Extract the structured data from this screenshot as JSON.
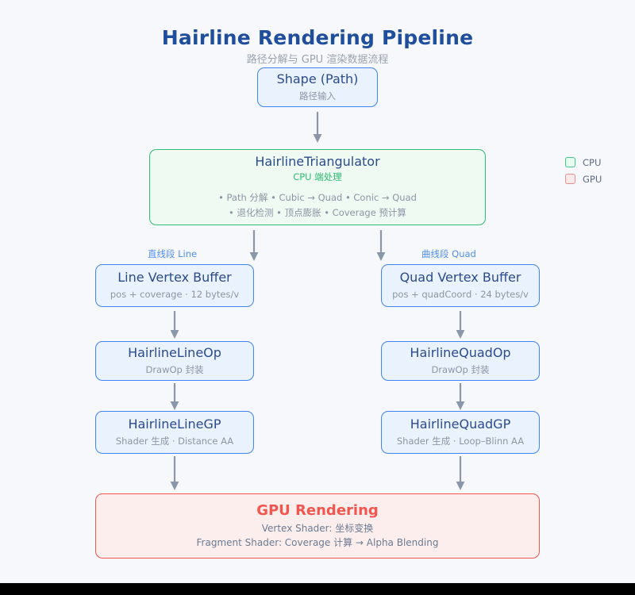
{
  "header": {
    "title": "Hairline Rendering Pipeline",
    "subtitle": "路径分解与 GPU 渲染数据流程"
  },
  "legend": {
    "items": [
      {
        "label": "CPU",
        "kind": "cpu",
        "color": "#43c98a",
        "fill": "#e8fbf0"
      },
      {
        "label": "GPU",
        "kind": "gpu",
        "color": "#f08a8a",
        "fill": "#fdeaea"
      }
    ]
  },
  "nodes": {
    "shape": {
      "title": "Shape (Path)",
      "sub": "路径输入"
    },
    "triangulator": {
      "title": "HairlineTriangulator",
      "sub": "CPU 端处理",
      "bullets_line1": "• Path 分解  • Cubic → Quad  • Conic → Quad",
      "bullets_line2": "• 退化检测  • 顶点膨胀  • Coverage 预计算"
    },
    "line_vertex_buffer": {
      "title": "Line Vertex Buffer",
      "sub": "pos + coverage · 12 bytes/v"
    },
    "quad_vertex_buffer": {
      "title": "Quad Vertex Buffer",
      "sub": "pos + quadCoord · 24 bytes/v"
    },
    "line_op": {
      "title": "HairlineLineOp",
      "sub": "DrawOp 封装"
    },
    "quad_op": {
      "title": "HairlineQuadOp",
      "sub": "DrawOp 封装"
    },
    "line_gp": {
      "title": "HairlineLineGP",
      "sub": "Shader 生成 · Distance AA"
    },
    "quad_gp": {
      "title": "HairlineQuadGP",
      "sub": "Shader 生成 · Loop–Blinn AA"
    },
    "gpu_rendering": {
      "title": "GPU Rendering",
      "sub1": "Vertex Shader: 坐标变换",
      "sub2": "Fragment Shader: Coverage 计算 → Alpha Blending"
    }
  },
  "branches": {
    "line_label": "直线段 Line",
    "quad_label": "曲线段 Quad"
  },
  "colors": {
    "background": "#f7f8fb",
    "cpu_accent": "#2fbd74",
    "gpu_accent": "#f3564e",
    "node_blue": "#3d84f5",
    "title_blue": "#1f4e9c",
    "arrow_gray": "#8a97ab"
  }
}
